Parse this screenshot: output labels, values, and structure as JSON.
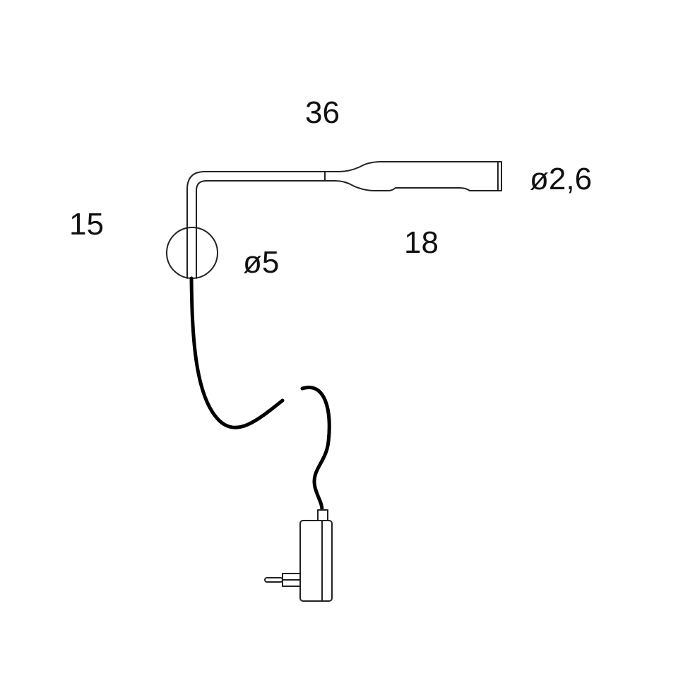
{
  "diagram": {
    "subject": "Wall-mounted reading lamp with plug-in power adapter",
    "line_color": "#222222",
    "cable_color": "#000000",
    "background": "#ffffff",
    "dimensions": {
      "total_arm_length": "36",
      "height": "15",
      "head_length": "18",
      "head_diameter": "ø2,6",
      "base_diameter": "ø5"
    },
    "components": [
      "lamp-head",
      "arm-tube",
      "wall-base-disc",
      "power-cable",
      "power-adapter",
      "plug-pins"
    ]
  }
}
